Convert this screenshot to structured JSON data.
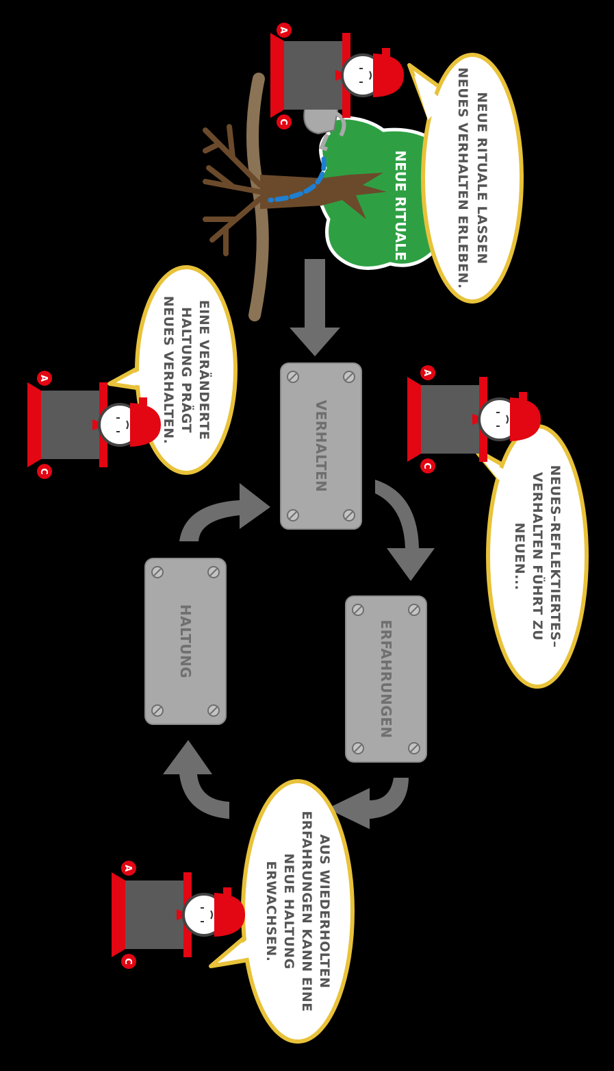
{
  "boxes": {
    "verhalten": "VERHALTEN",
    "erfahrungen": "ERFAHRUNGEN",
    "haltung": "HALTUNG"
  },
  "tree_label": "NEUE RITUALE",
  "bubbles": {
    "rituale": [
      "NEUE RITUALE LASSEN",
      "NEUES VERHALTEN ERLEBEN."
    ],
    "haltung_praegt": [
      "EINE VERÄNDERTE",
      "HALTUNG PRÄGT",
      "NEUES VERHALTEN."
    ],
    "reflektiert": [
      "NEUES–REFLEKTIERTES–",
      "VERHALTEN FÜHRT ZU",
      "NEUEN..."
    ],
    "erfahrungen": [
      "AUS WIEDERHOLTEN",
      "ERFAHRUNGEN KANN EINE",
      "NEUE HALTUNG",
      "ERWACHSEN."
    ]
  },
  "badges": {
    "top": "A",
    "bottom": "C"
  },
  "colors": {
    "background": "#000000",
    "plate": "#a9a9a9",
    "arrow": "#6e6e6e",
    "bubble_border": "#e8c23a",
    "cap_red": "#e30613",
    "tree_green": "#2ea043",
    "trunk": "#6b4a2b",
    "water": "#1f7fd1"
  }
}
